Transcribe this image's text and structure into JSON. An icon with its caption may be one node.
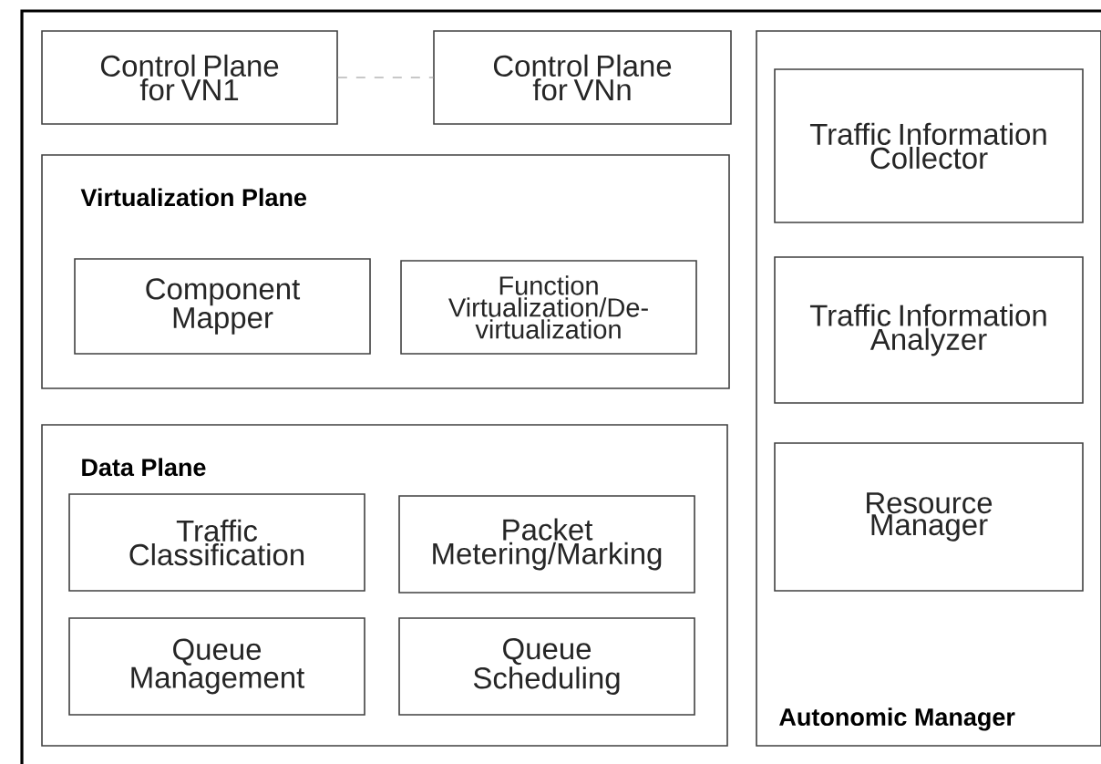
{
  "diagram": {
    "nodes": [
      {
        "text": [
          "Control Plane for VN1"
        ]
      },
      {
        "text": [
          "Control Plane for VNn"
        ]
      },
      {
        "text": [
          "Virtualization Plane"
        ]
      },
      {
        "text": [
          "Component Mapper"
        ],
        "in": 2
      },
      {
        "text": [
          "Function Virtualization/De-virtualization"
        ],
        "in": 2
      },
      {
        "text": [
          "Data Plane"
        ]
      },
      {
        "text": [
          "Traffic Classification"
        ],
        "in": 5
      },
      {
        "text": [
          "Packet Metering/Marking"
        ],
        "in": 5
      },
      {
        "text": [
          "Queue Management"
        ],
        "in": 5
      },
      {
        "text": [
          "Queue Scheduling"
        ],
        "in": 5
      },
      {
        "text": [
          "Autonomic Manager"
        ]
      },
      {
        "text": [
          "Traffic Information Collector"
        ],
        "in": 10
      },
      {
        "text": [
          "Traffic Information Analyzer"
        ],
        "in": 10
      },
      {
        "text": [
          "Resource Manager"
        ],
        "in": 10
      }
    ],
    "edges": [
      {
        "from": 0,
        "to": 1,
        "arrow": "none",
        "style": "dashed",
        "color": "#c8c8c8"
      }
    ]
  }
}
